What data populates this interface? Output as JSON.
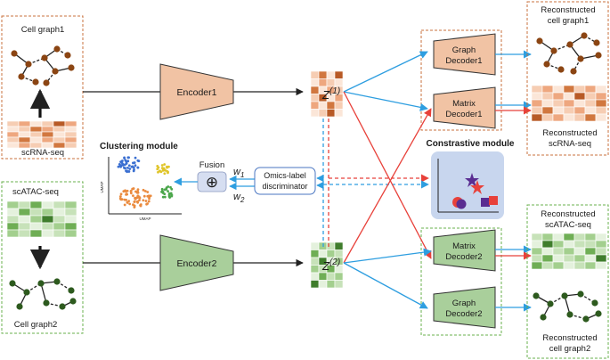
{
  "left": {
    "cell_graph1": "Cell graph1",
    "scrna_seq": "scRNA-seq",
    "scatac_seq": "scATAC-seq",
    "cell_graph2": "Cell graph2"
  },
  "encoders": {
    "encoder1": "Encoder1",
    "encoder2": "Encoder2"
  },
  "latent": {
    "z1_base": "Z",
    "z1_sup": "(1)",
    "z2_base": "Z",
    "z2_sup": "(2)"
  },
  "middle": {
    "clustering_module": "Clustering module",
    "umap": "UMAP",
    "fusion": "Fusion",
    "fusion_symbol": "⊕",
    "w1_base": "w",
    "w1_sub": "1",
    "w2_base": "w",
    "w2_sub": "2",
    "discriminator_line1": "Omics-label",
    "discriminator_line2": "discriminator",
    "contrastive_module": "Constrastive module"
  },
  "decoders": {
    "graph_decoder1_line1": "Graph",
    "graph_decoder1_line2": "Decoder1",
    "matrix_decoder1_line1": "Matrix",
    "matrix_decoder1_line2": "Decoder1",
    "matrix_decoder2_line1": "Matrix",
    "matrix_decoder2_line2": "Decoder2",
    "graph_decoder2_line1": "Graph",
    "graph_decoder2_line2": "Decoder2"
  },
  "right": {
    "recon_cell_graph1_line1": "Reconstructed",
    "recon_cell_graph1_line2": "cell graph1",
    "recon_scrna_line1": "Reconstructed",
    "recon_scrna_line2": "scRNA-seq",
    "recon_scatac_line1": "Reconstructed",
    "recon_scatac_line2": "scATAC-seq",
    "recon_cell_graph2_line1": "Reconstructed",
    "recon_cell_graph2_line2": "cell graph2"
  },
  "colors": {
    "orange_box": "#c8703c",
    "green_box": "#6ab04c",
    "encoder_orange": "#f1c3a4",
    "encoder_green": "#a9cf9b",
    "blue_arrow": "#2e9ee0",
    "red_arrow": "#e8413a",
    "graph_node_brown": "#8b4513",
    "graph_node_green": "#2d5a1e"
  }
}
